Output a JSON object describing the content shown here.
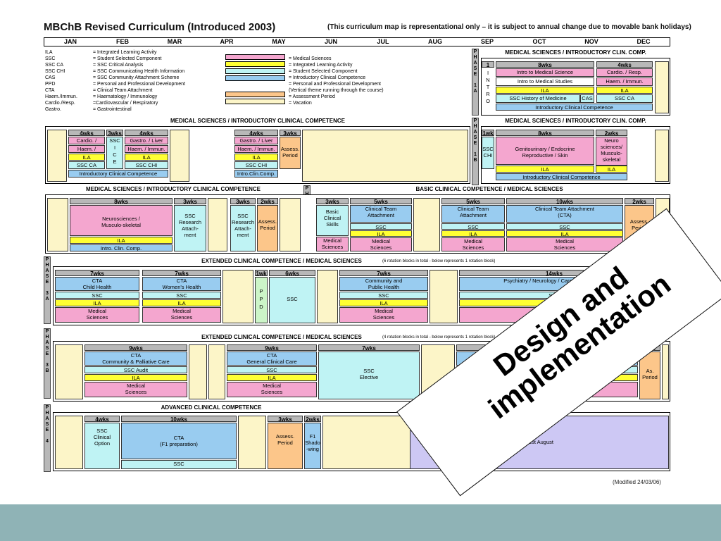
{
  "title": "MBChB Revised Curriculum (Introduced 2003)",
  "title_note": "(This curriculum map is representational only – it is subject to annual change due to movable bank holidays)",
  "months": [
    "JAN",
    "FEB",
    "MAR",
    "APR",
    "MAY",
    "JUN",
    "JUL",
    "AUG",
    "SEP",
    "OCT",
    "NOV",
    "DEC"
  ],
  "legend_abbr": "ILA\nSSC\nSSC CA\nSSC CHI\nCAS\nPPD\nCTA\nHaem./Immun.\nCardio./Resp.\nGastro.",
  "legend_def": "= Integrated Learning Activity\n= Student Selected Component\n= SSC Critical Analysis\n= SSC Communicating Health Information\n= SSC Community Attachment Scheme\n= Personal and Professional Development\n= Clinical Team Attachment\n= Haematology / Immunology\n=Cardiovascular / Respiratory\n= Gastrointestinal",
  "legend_colors": "= Medical Sciences\n= Integrated Learning Activity\n= Student Selected Component\n= Introductory Clinical Competence\n= Personal and Professional Development\n(Vertical theme running through the course)\n= Assessment Period\n= Vacation",
  "band_1a": "MEDICAL SCIENCES / INTRODUCTORY CLIN. COMP.",
  "band_1b_left": "MEDICAL SCIENCES / INTRODUCTORY CLINICAL COMPETENCE",
  "band_1b_right": "MEDICAL SCIENCES / INTRODUCTORY CLIN. COMP.",
  "band_2_left": "MEDICAL SCIENCES / INTRODUCTORY CLINICAL COMPETENCE",
  "band_2_right": "BASIC CLINICAL COMPETENCE / MEDICAL SCIENCES",
  "band_3a": "EXTENDED CLINICAL COMPETENCE / MEDICAL SCIENCES",
  "band_3a_note": "(6 rotation blocks in total - below represents 1 rotation block)",
  "band_3b": "EXTENDED CLINICAL COMPETENCE / MEDICAL SCIENCES",
  "band_3b_note": "(4 rotation blocks in total - below represents 1 rotation block)",
  "band_4": "ADVANCED CLINICAL COMPETENCE",
  "f1_text": "F1 year starts 1st August",
  "modified": "(Modified 24/03/06)",
  "banner": "Design and implementation",
  "colors": {
    "pink": "#f4a6cf",
    "yellow": "#ffff33",
    "cyan": "#bff3f4",
    "blue": "#99ccf0",
    "orange": "#fcc68a",
    "cream": "#fcf5c8",
    "footer": "#8fb3b6"
  }
}
